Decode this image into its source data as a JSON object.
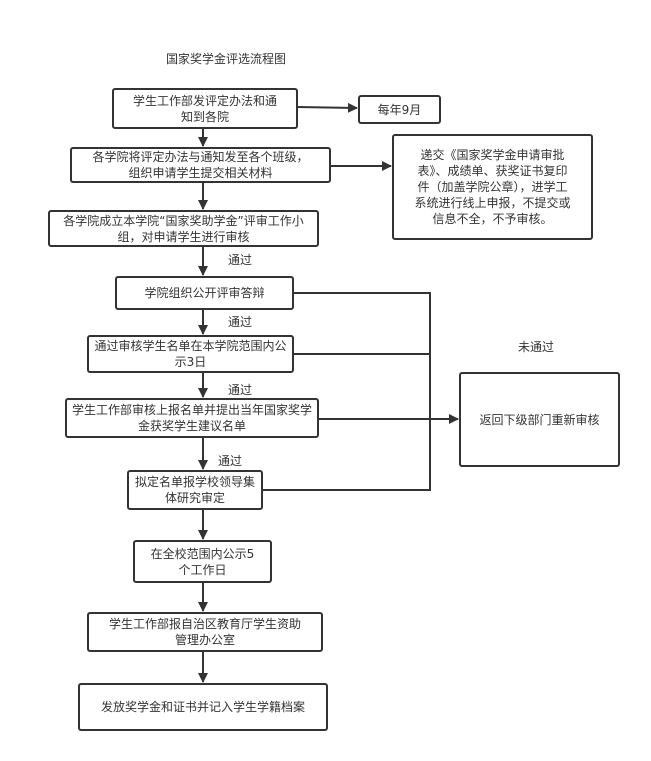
{
  "title": "国家奖学金评选流程图",
  "steps": [
    "学生工作部发评定办法和通\n知到各院",
    "各学院将评定办法与通知发至各个班级，\n组织申请学生提交相关材料",
    "各学院成立本学院“国家奖助学金”评审工作小\n组，对申请学生进行审核",
    "学院组织公开评审答辩",
    "通过审核学生名单在本学院范围内公\n示3日",
    "学生工作部审核上报名单并提出当年国家奖学\n金获奖学生建议名单",
    "拟定名单报学校领导集\n体研究审定",
    "在全校范围内公示5\n个工作日",
    "学生工作部报自治区教育厅学生资助\n管理办公室",
    "发放奖学金和证书并记入学生学籍档案"
  ],
  "side_notes": {
    "timing": "每年9月",
    "materials": "递交《国家奖学金申请审批\n表》、成绩单、获奖证书复印\n件（加盖学院公章），进学工\n系统进行线上申报，不提交或\n信息不全，不予审核。",
    "reject": "返回下级部门重新审核"
  },
  "edge_labels": {
    "pass": "通过",
    "fail": "未通过"
  }
}
